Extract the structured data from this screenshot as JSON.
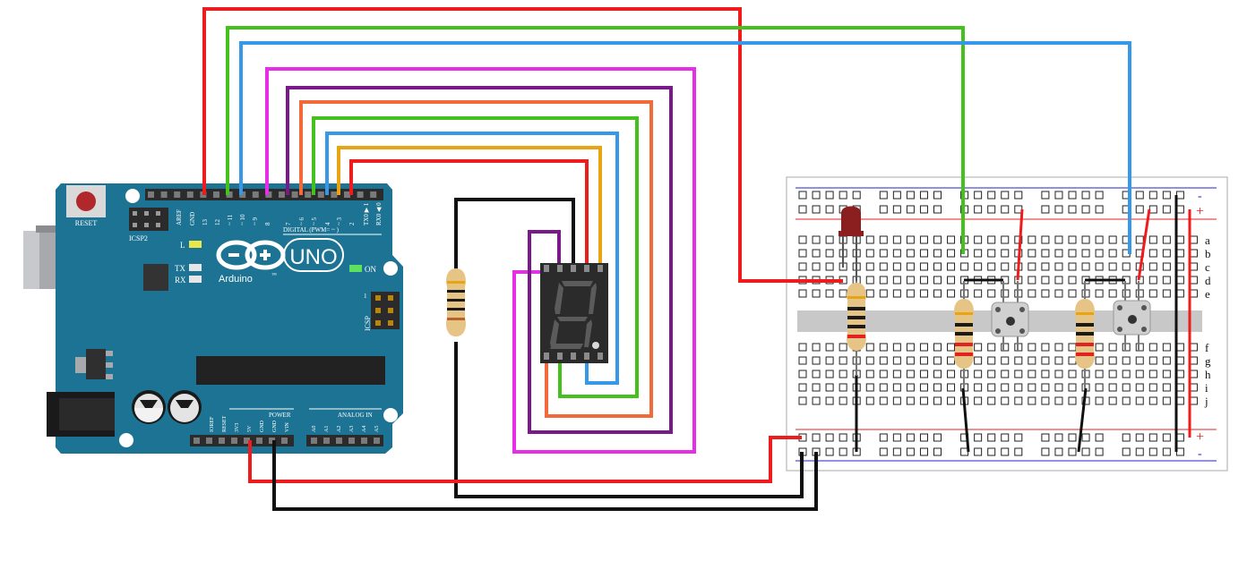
{
  "arduino": {
    "reset_label": "RESET",
    "icsp2_label": "ICSP2",
    "icsp_label": "ICSP",
    "icsp_pin1": "1",
    "l_label": "L",
    "tx_label": "TX",
    "rx_label": "RX",
    "on_label": "ON",
    "brand": "Arduino",
    "model": "UNO",
    "tm": "™",
    "digital_label": "DIGITAL (PWM= ~ )",
    "power_label": "POWER",
    "analog_label": "ANALOG IN",
    "top_header_pins": [
      "AREF",
      "GND",
      "13",
      "12",
      "~ 11",
      "~ 10",
      "~ 9",
      "8",
      "7",
      "~ 6",
      "~ 5",
      "4",
      "~ 3",
      "2",
      "TX0 ▶ 1",
      "RX0 ◀ 0"
    ],
    "power_pins": [
      "IOREF",
      "RESET",
      "3V3",
      "5V",
      "GND",
      "GND",
      "VIN"
    ],
    "analog_pins": [
      "A0",
      "A1",
      "A2",
      "A3",
      "A4",
      "A5"
    ]
  },
  "breadboard": {
    "row_letters_top": [
      "a",
      "b",
      "c",
      "d",
      "e"
    ],
    "row_letters_bottom": [
      "f",
      "g",
      "h",
      "i",
      "j"
    ],
    "rail_minus": "-",
    "rail_plus": "+"
  },
  "colors": {
    "board": "#1c7393",
    "board_dark": "#0f5873",
    "wire_red": "#ee1c1c",
    "wire_green": "#44c11c",
    "wire_blue": "#3598e8",
    "wire_magenta": "#e62ee6",
    "wire_purple": "#7a1a8a",
    "wire_orange": "#f26a3a",
    "wire_yellow": "#e8a412",
    "wire_black": "#111111",
    "rail_red": "#e22222",
    "rail_blue": "#2222cc"
  }
}
